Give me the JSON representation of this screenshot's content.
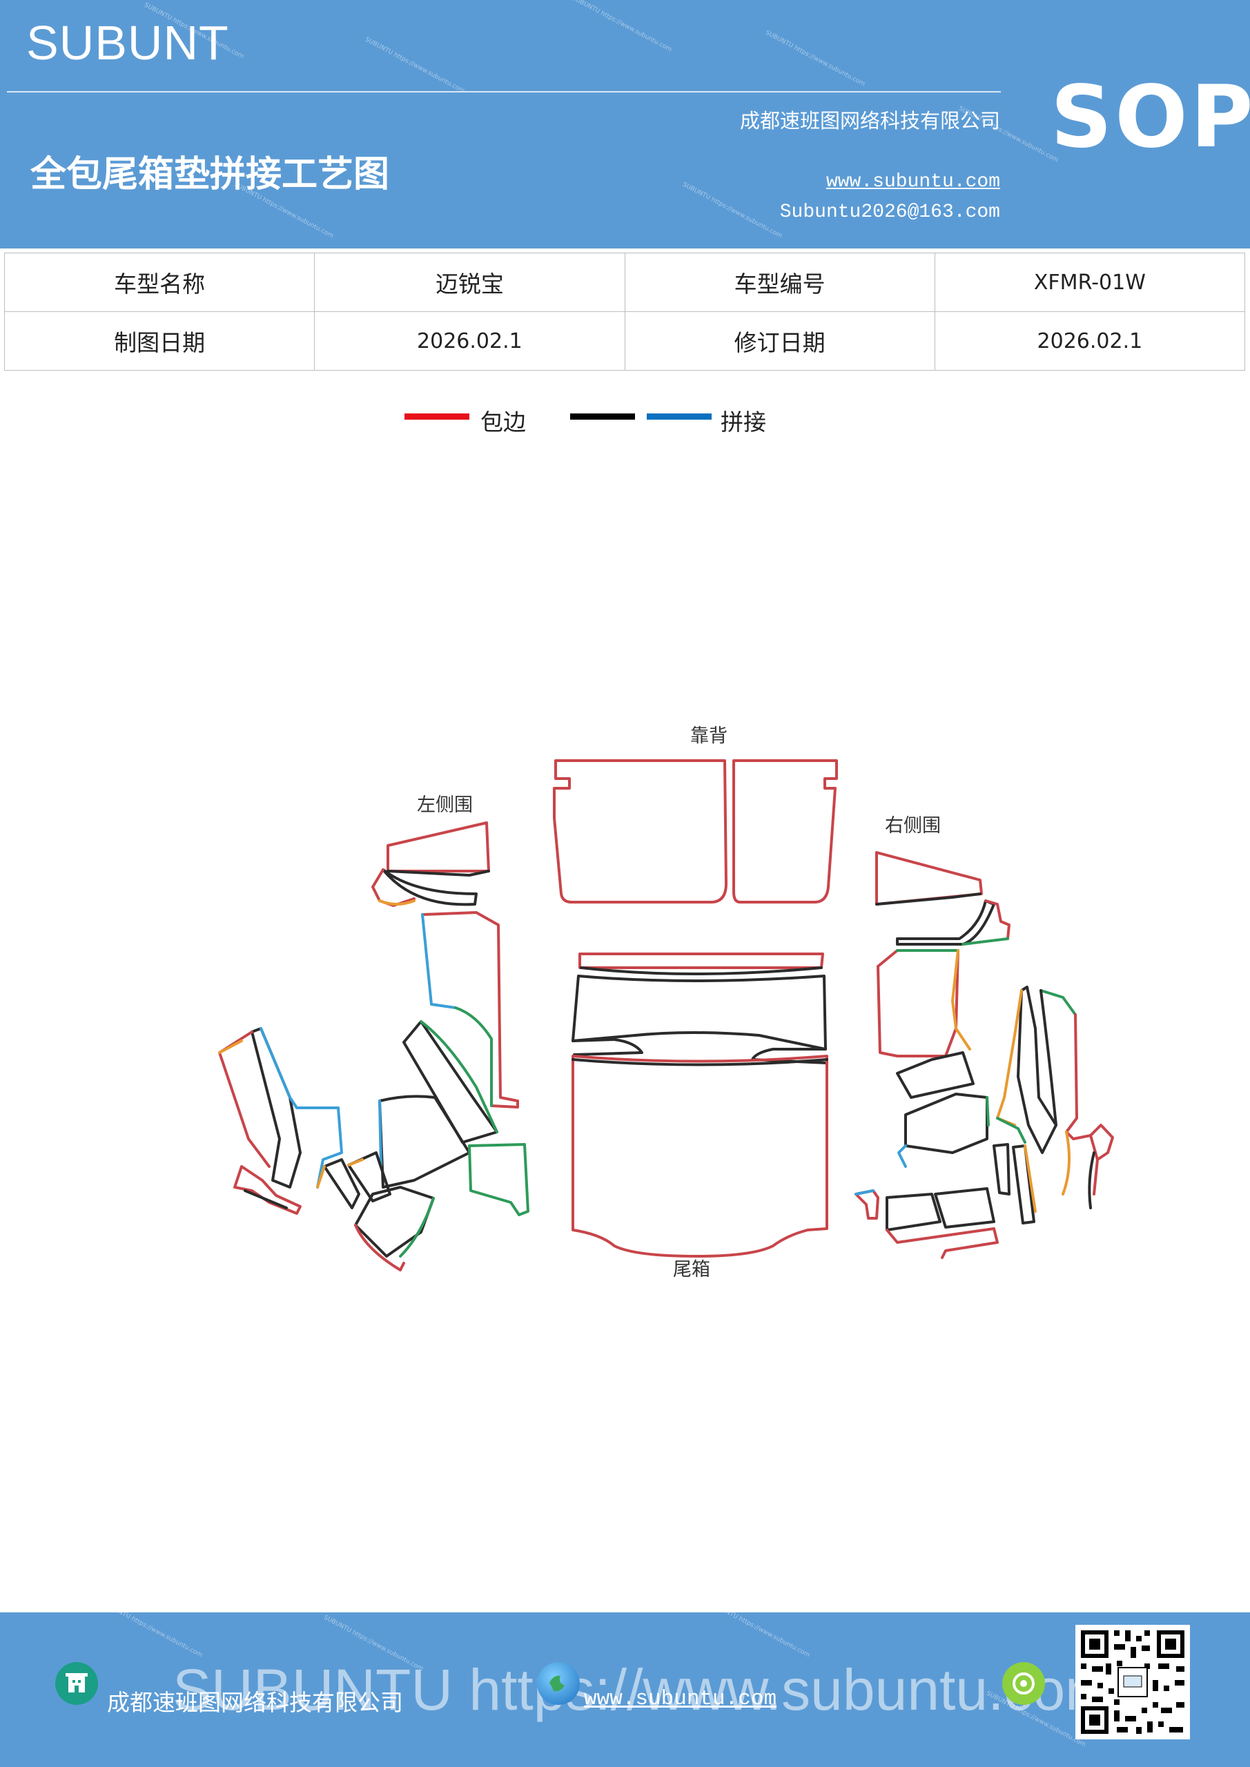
{
  "header": {
    "brand": "SUBUNT",
    "title": "全包尾箱垫拼接工艺图",
    "company": "成都速班图网络科技有限公司",
    "website": "www.subuntu.com",
    "email": "Subuntu2026@163.com",
    "badge": "SOP",
    "watermark_text": "SUBUNTU https://www.subuntu.com"
  },
  "info_table": {
    "row1": {
      "label1": "车型名称",
      "value1": "迈锐宝",
      "label2": "车型编号",
      "value2": "XFMR-01W"
    },
    "row2": {
      "label1": "制图日期",
      "value1": "2026.02.1",
      "label2": "修订日期",
      "value2": "2026.02.1"
    }
  },
  "legend": {
    "items": [
      {
        "color": "#e8101a",
        "label": "包边"
      },
      {
        "color": "#000000",
        "label": ""
      },
      {
        "color": "#0a70c0",
        "label": "拼接"
      }
    ]
  },
  "diagram": {
    "labels": {
      "back": "靠背",
      "left": "左侧围",
      "right": "右侧围",
      "trunk": "尾箱"
    },
    "colors": {
      "edge": "#c8454a",
      "seam": "#2b2b2b",
      "blue": "#3a9fd8",
      "green": "#2e9a5a",
      "orange": "#e89a32"
    }
  },
  "footer": {
    "company": "成都速班图网络科技有限公司",
    "website": "www.subuntu.com",
    "watermark": "SUBUNTU https://www.subuntu.com"
  }
}
